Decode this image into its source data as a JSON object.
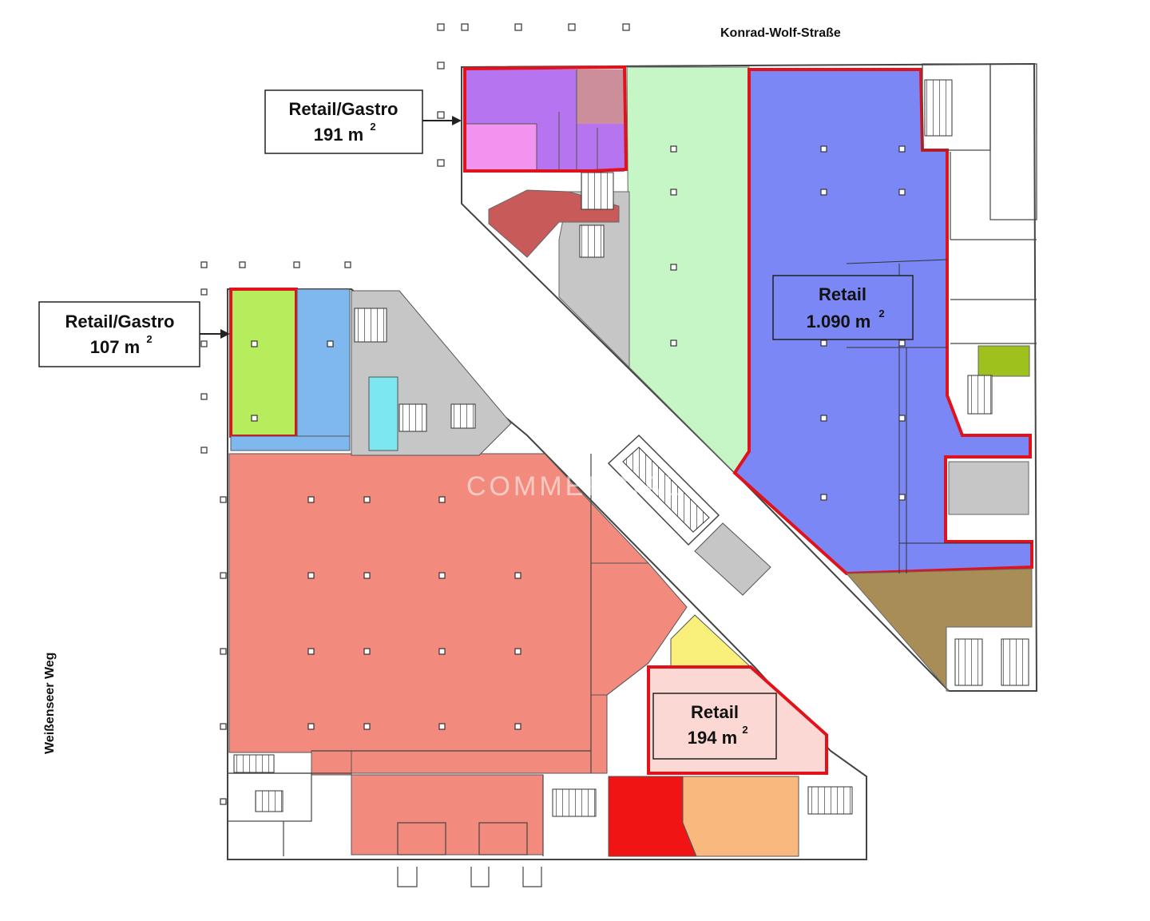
{
  "streets": {
    "north": "Konrad-Wolf-Straße",
    "west": "Weißenseer Weg"
  },
  "callouts": [
    {
      "id": "retail-gastro-191",
      "line1": "Retail/Gastro",
      "area": "191 m",
      "sup": "2"
    },
    {
      "id": "retail-gastro-107",
      "line1": "Retail/Gastro",
      "area": "107 m",
      "sup": "2"
    },
    {
      "id": "retail-1090",
      "line1": "Retail",
      "area": "1.090 m",
      "sup": "2"
    },
    {
      "id": "retail-194",
      "line1": "Retail",
      "area": "194 m",
      "sup": "2"
    }
  ],
  "watermark": "COMMERCIAL",
  "colors": {
    "highlight_outline": "#e0121b",
    "purple_unit": "#b774f0",
    "pink_unit": "#f293f0",
    "mauve_unit": "#cc8e9b",
    "blue_retail": "#7b87f5",
    "light_green": "#c6f6c5",
    "salmon": "#f28b7d",
    "light_blue": "#7fb8ef",
    "lime": "#b7ec5c",
    "cyan": "#7de7f0",
    "gray": "#c6c6c6",
    "brown": "#a88d57",
    "yellow": "#f8f07a",
    "pale_pink": "#fbd8d3",
    "red": "#f01414",
    "orange": "#f9b87d",
    "olive": "#9fc11e",
    "dark_red": "#c95a5a"
  }
}
